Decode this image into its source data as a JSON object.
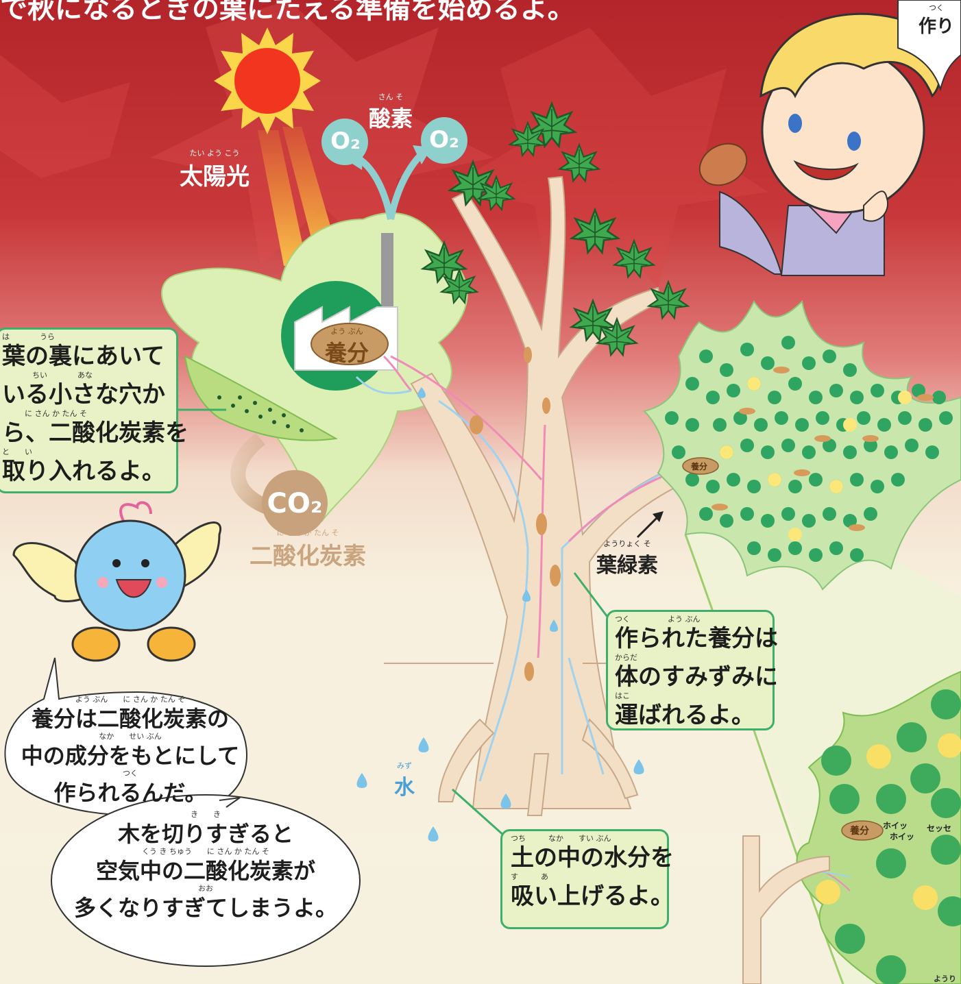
{
  "header_partial": "で秋になるときの葉にたえる準備を始めるよ。",
  "speech_top_right_partial": {
    "ruby": "つく",
    "text": "作り"
  },
  "labels": {
    "sunlight": {
      "ruby": "たい よう こう",
      "text": "太陽光"
    },
    "oxygen": {
      "ruby": "さん そ",
      "text": "酸素"
    },
    "o2_left": "O₂",
    "o2_right": "O₂",
    "co2": "CO₂",
    "co2_name": {
      "ruby": "に さん か たん そ",
      "text": "二酸化炭素"
    },
    "nutrient_factory": {
      "ruby": "よう ぶん",
      "text": "養分"
    },
    "nutrient_small": "養分",
    "chlorophyll": {
      "ruby": "ようりょく そ",
      "text": "葉緑素"
    },
    "water": {
      "ruby": "みず",
      "text": "水"
    },
    "nutrient_cell": "養分",
    "cell_voice_1": "ホイッ",
    "cell_voice_2": "ホイッ",
    "cell_voice_3": "セッセ",
    "bottom_right_partial": "ようり"
  },
  "box_leaf_back": {
    "lines": [
      {
        "ruby": "は　　　　うら",
        "text": "葉の裏にあいて"
      },
      {
        "ruby": "　　　　ちい　　　　あな",
        "text": "いる小さな穴か"
      },
      {
        "ruby": "　　　に さん か たん そ",
        "text": "ら、二酸化炭素を"
      },
      {
        "ruby": "と　　い",
        "text": "取り入れるよ。"
      }
    ]
  },
  "box_transport": {
    "lines": [
      {
        "ruby": "つく　　　　　よう ぶん",
        "text": "作られた養分は"
      },
      {
        "ruby": "からだ",
        "text": "体のすみずみに"
      },
      {
        "ruby": "はこ",
        "text": "運ばれるよ。"
      }
    ]
  },
  "box_water": {
    "lines": [
      {
        "ruby": "つち　　　なか　　すい ぶん",
        "text": "土の中の水分を"
      },
      {
        "ruby": "す　　　あ",
        "text": "吸い上げるよ。"
      }
    ]
  },
  "bubble_bird": {
    "lines": [
      {
        "ruby": "よう ぶん　　に さん か たん そ",
        "text": "養分は二酸化炭素の"
      },
      {
        "ruby": "なか　　せい ぶん",
        "text": "中の成分をもとにして"
      },
      {
        "ruby": "つく",
        "text": "作られるんだ。"
      }
    ]
  },
  "bubble_forest": {
    "lines": [
      {
        "ruby": "き　　き",
        "text": "木を切りすぎると"
      },
      {
        "ruby": "くう き ちゅう　　に さん か たん そ",
        "text": "空気中の二酸化炭素が"
      },
      {
        "ruby": "おお",
        "text": "多くなりすぎてしまうよ。"
      }
    ]
  },
  "colors": {
    "box_border": "#3fae6a",
    "box_fill": "#e9f2c6",
    "background_top": "#b52a2c",
    "background_bottom": "#f7f0de",
    "leaf_light": "#dcefb4",
    "leaf_dark_green": "#30a35c",
    "chloroplast": "#2fa561",
    "sun": "#f03a1e",
    "oxygen_bubble": "#8ed0cb",
    "co2_bubble": "#c8a27c",
    "trunk": "#f3dfc6",
    "water_arrow": "#9fd2ef",
    "nutrient_arrow": "#f08bb8"
  },
  "icons": [
    "sun-icon",
    "factory-icon",
    "boy-character",
    "bird-character",
    "maple-leaf-icon",
    "water-drop-icon"
  ]
}
